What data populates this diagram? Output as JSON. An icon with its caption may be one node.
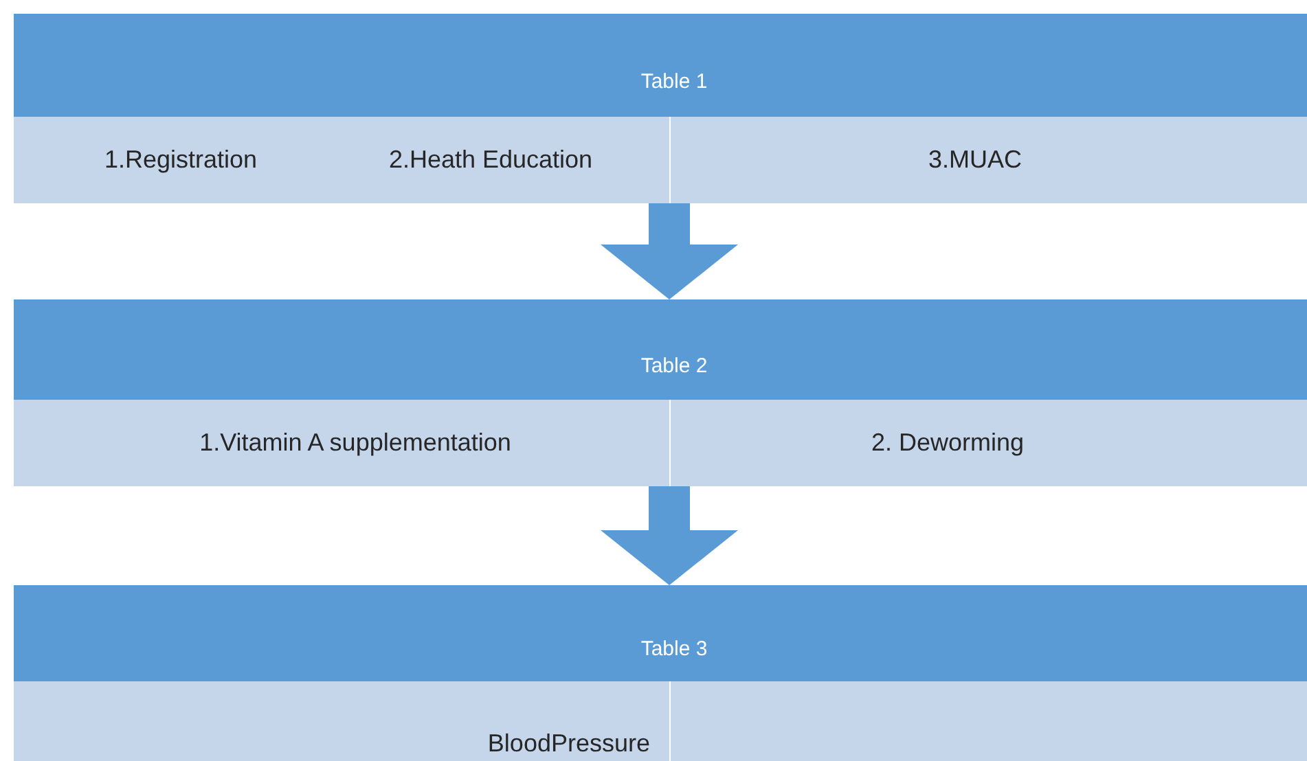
{
  "diagram": {
    "nodes": [
      {
        "text": [],
        "shape": "box"
      },
      {
        "text": [
          "Table 1"
        ],
        "in": 0
      },
      {
        "text": [
          "1.Registration",
          "2.Heath Education"
        ],
        "in": 0
      },
      {
        "text": [
          "3.MUAC"
        ],
        "in": 0
      },
      {
        "text": [],
        "shape": "box"
      },
      {
        "text": [
          "Table 2"
        ],
        "in": 4
      },
      {
        "text": [
          "1.Vitamin A supplementation"
        ],
        "in": 4
      },
      {
        "text": [
          "2. Deworming"
        ],
        "in": 4
      },
      {
        "text": [],
        "shape": "box"
      },
      {
        "text": [
          "Table 3"
        ],
        "in": 8
      },
      {
        "text": [
          "BloodPressure"
        ],
        "in": 8
      },
      {
        "text": [],
        "shape": "box",
        "in": 8
      }
    ],
    "edges": [
      {
        "from": 0,
        "to": 4,
        "arrow": "to"
      },
      {
        "from": 4,
        "to": 8,
        "arrow": "to"
      }
    ]
  }
}
